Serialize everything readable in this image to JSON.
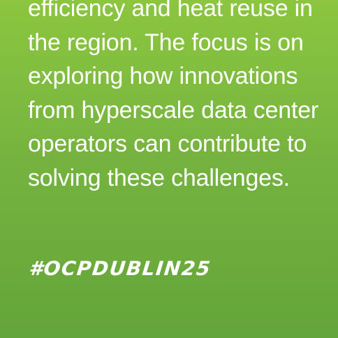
{
  "body": {
    "lines": [
      "efficiency and heat reuse in",
      "the region. The focus is on",
      "exploring how innovations",
      "from hyperscale data center",
      "operators can contribute to",
      "solving these challenges."
    ]
  },
  "hashtag": "#OCPDUBLIN25",
  "colors": {
    "background_top": "#8cc63f",
    "background_bottom": "#64a53a",
    "text": "#ffffff"
  }
}
